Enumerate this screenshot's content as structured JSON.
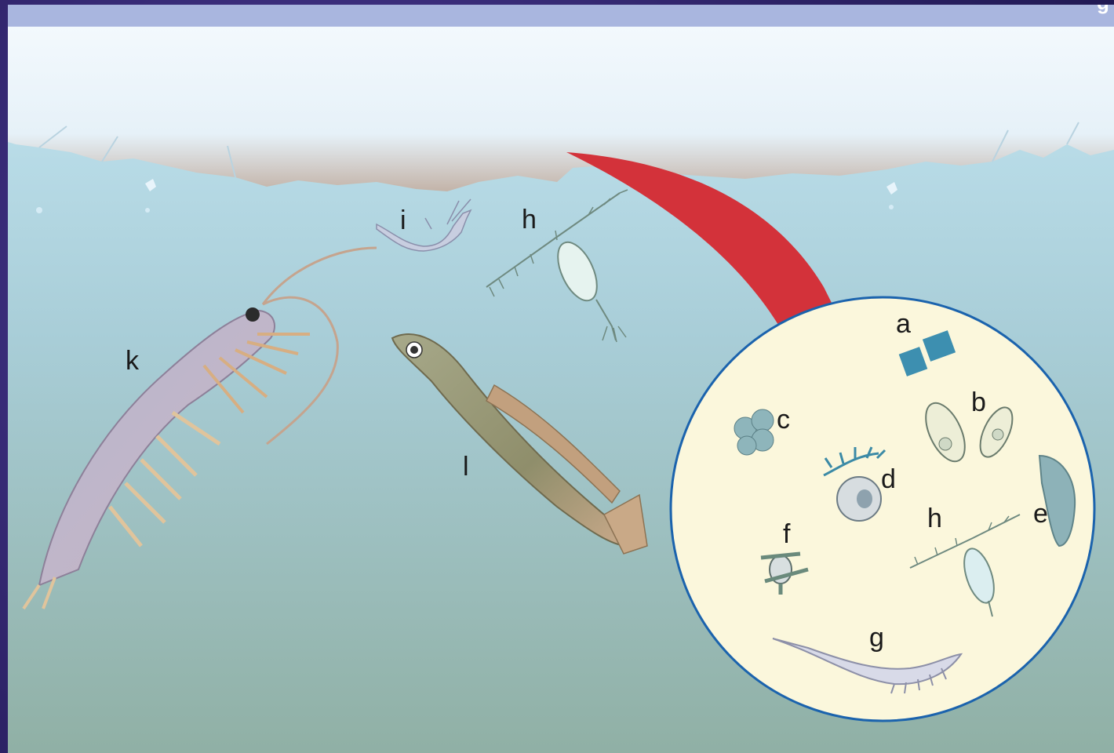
{
  "colors": {
    "frame": "#3a2d7a",
    "water_top": "#bfe3f1",
    "water_bottom": "#92b2a8",
    "ice": "#eef6fb",
    "arrow": "#d3323a",
    "circle_fill": "#fbf7dc",
    "circle_stroke": "#1b63ad"
  },
  "corner_text": "g",
  "labels": {
    "i": "i",
    "h_top": "h",
    "k": "k",
    "l": "l",
    "a": "a",
    "b": "b",
    "c": "c",
    "d": "d",
    "e": "e",
    "f": "f",
    "h_inset": "h",
    "g": "g"
  },
  "icons": [
    "ice-sheet-icon",
    "red-arrow-icon",
    "krill-icon",
    "amphipod-icon",
    "copepod-icon",
    "fish-icon",
    "inset-circle",
    "diatom-chain-icon",
    "dinoflagellate-icon",
    "foraminifera-icon",
    "ciliate-icon",
    "flatworm-icon",
    "nauplius-icon",
    "small-copepod-icon",
    "amphipod-inset-icon"
  ]
}
